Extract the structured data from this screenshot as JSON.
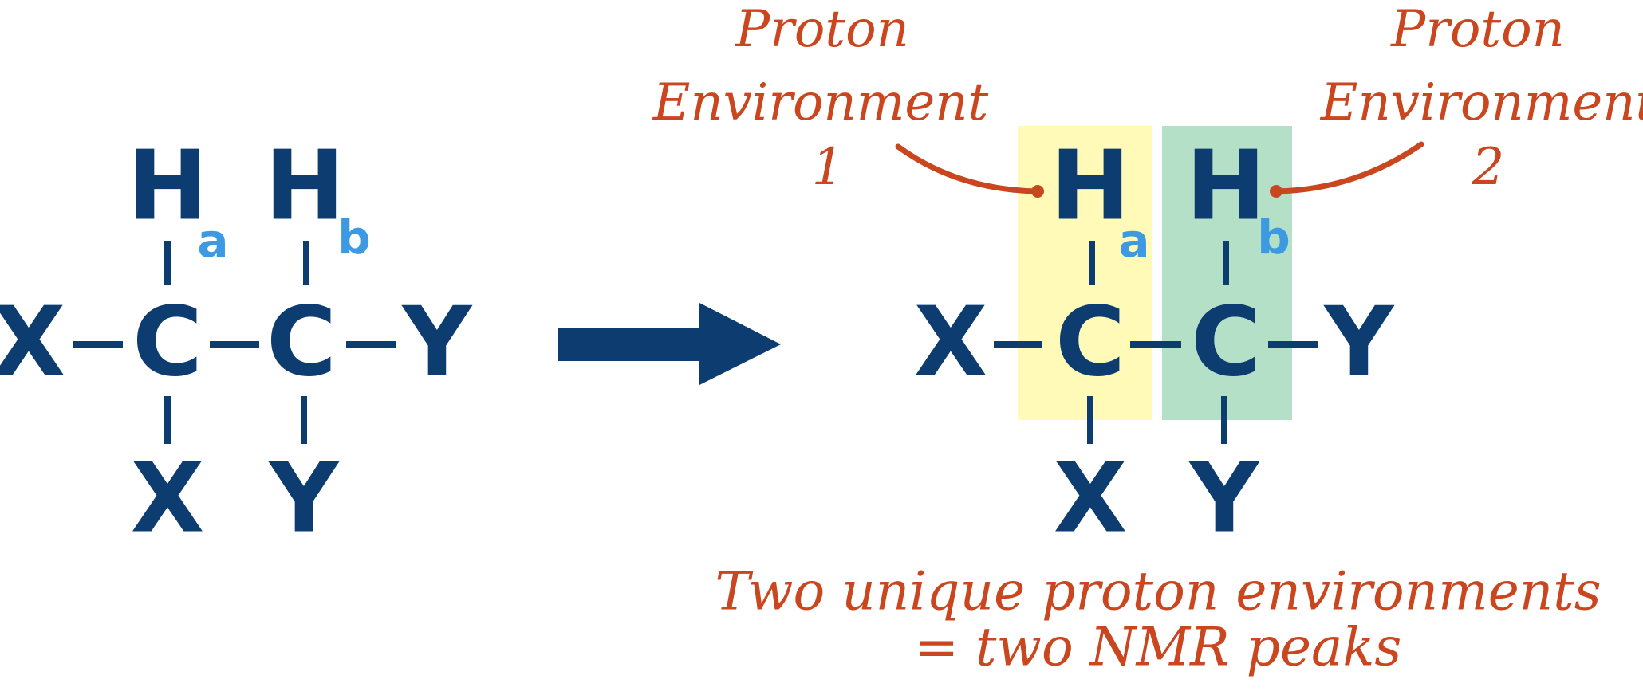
{
  "colors": {
    "atom": "#0c3c70",
    "subscript": "#3d9ae2",
    "annotation": "#c9461e",
    "environment_1": "#fffab8",
    "environment_2": "#b3e0c7"
  },
  "left_molecule": {
    "top": [
      "H",
      "H"
    ],
    "subscripts": [
      "a",
      "b"
    ],
    "middle": [
      "X",
      "C",
      "C",
      "Y"
    ],
    "bottom": [
      "X",
      "Y"
    ]
  },
  "right_molecule": {
    "top": [
      "H",
      "H"
    ],
    "subscripts": [
      "a",
      "b"
    ],
    "middle": [
      "X",
      "C",
      "C",
      "Y"
    ],
    "bottom": [
      "X",
      "Y"
    ]
  },
  "labels": {
    "env1": {
      "line1": "Proton",
      "line2": "Environment",
      "line3": "1"
    },
    "env2": {
      "line1": "Proton",
      "line2": "Environment",
      "line3": "2"
    }
  },
  "conclusion": {
    "line1": "Two unique proton environments",
    "line2": "= two NMR peaks"
  }
}
